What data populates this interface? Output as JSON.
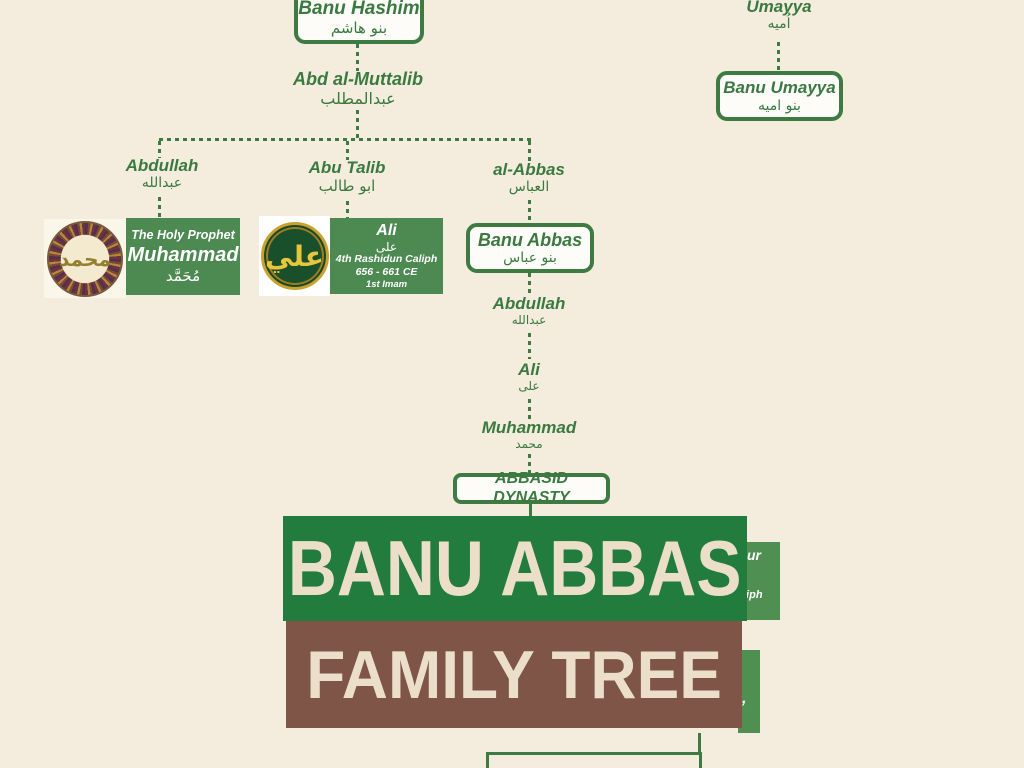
{
  "page": {
    "background": "#f4ecdc"
  },
  "colors": {
    "line_green": "#3d7b43",
    "text_green": "#3a7a41",
    "card_green": "#4d8a52",
    "banner_green": "#217c3e",
    "banner_brown": "#7e5547",
    "banner_text": "#ecdfca",
    "partial_green": "#4f8f51"
  },
  "nodes": {
    "banu_hashim": {
      "en": "Banu Hashim",
      "ar": "بنو هاشم"
    },
    "banu_umayya": {
      "en": "Banu Umayya",
      "ar": "بنو اميه"
    },
    "banu_abbas": {
      "en": "Banu Abbas",
      "ar": "بنو عباس"
    },
    "abbasid_dynasty": "ABBASID DYNASTY"
  },
  "labels": {
    "abd_al_muttalib": {
      "en": "Abd al-Muttalib",
      "ar": "عبدالمطلب"
    },
    "umayya": {
      "en": "Umayya",
      "ar": "اُميه"
    },
    "abdullah_1": {
      "en": "Abdullah",
      "ar": "عبدالله"
    },
    "abu_talib": {
      "en": "Abu Talib",
      "ar": "ابو طالب"
    },
    "al_abbas": {
      "en": "al-Abbas",
      "ar": "العباس"
    },
    "abdullah_2": {
      "en": "Abdullah",
      "ar": "عبدالله"
    },
    "ali_2": {
      "en": "Ali",
      "ar": "علی"
    },
    "muhammad_2": {
      "en": "Muhammad",
      "ar": "محمد"
    }
  },
  "cards": {
    "muhammad": {
      "title": "The Holy Prophet",
      "name": "Muhammad",
      "ar": "مُحَمَّد",
      "medallion": "محمد"
    },
    "ali": {
      "name": "Ali",
      "ar": "علی",
      "role": "4th Rashidun Caliph",
      "years": "656 - 661 CE",
      "imam": "1st Imam",
      "medallion": "علي"
    }
  },
  "banner": {
    "line1": "BANU ABBAS",
    "line2": "FAMILY TREE"
  },
  "fragments": {
    "cut_name": "ur",
    "cut_role": "liph",
    "cut_mark": ","
  }
}
